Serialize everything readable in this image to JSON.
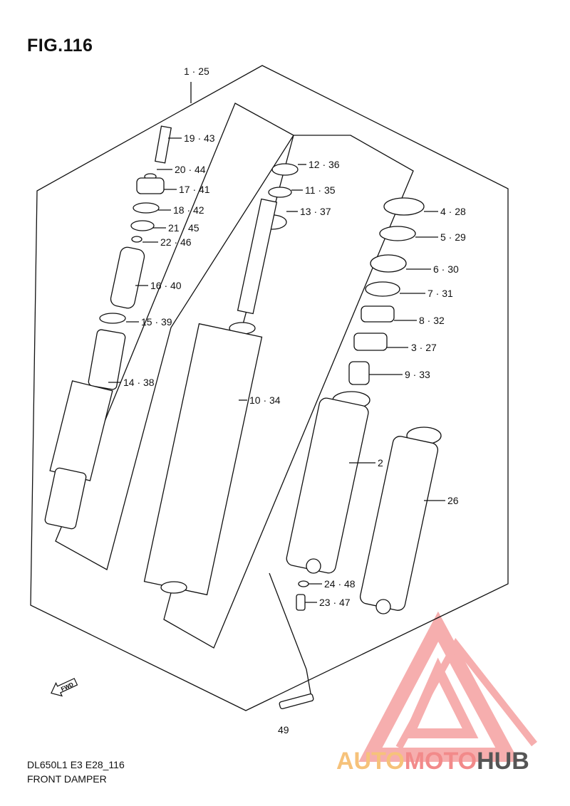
{
  "figure": {
    "title": "FIG.116"
  },
  "footer": {
    "model_code": "DL650L1 E3 E28_116",
    "section_name": "FRONT DAMPER"
  },
  "direction_marker": {
    "label": "FWD",
    "icon": "fwd-arrow-icon"
  },
  "callouts": [
    "1 · 25",
    "19 · 43",
    "20 · 44",
    "17 · 41",
    "18 · 42",
    "21 · 45",
    "22 · 46",
    "16 · 40",
    "15 · 39",
    "14 · 38",
    "12 · 36",
    "11 · 35",
    "13 · 37",
    "10 · 34",
    "4 · 28",
    "5 · 29",
    "6 · 30",
    "7 · 31",
    "8 · 32",
    "3 · 27",
    "9 · 33",
    "2",
    "26",
    "24 · 48",
    "23 · 47",
    "49"
  ],
  "watermark": {
    "logo_icon": "automotohub-triangle-logo",
    "text_part1": "AUTO",
    "text_part2": "MOTO",
    "text_part3": "HUB",
    "colors": {
      "auto": "#f6c27a",
      "moto": "#f28a8a",
      "hub": "#555555",
      "logo": "#f5a0a0"
    }
  }
}
